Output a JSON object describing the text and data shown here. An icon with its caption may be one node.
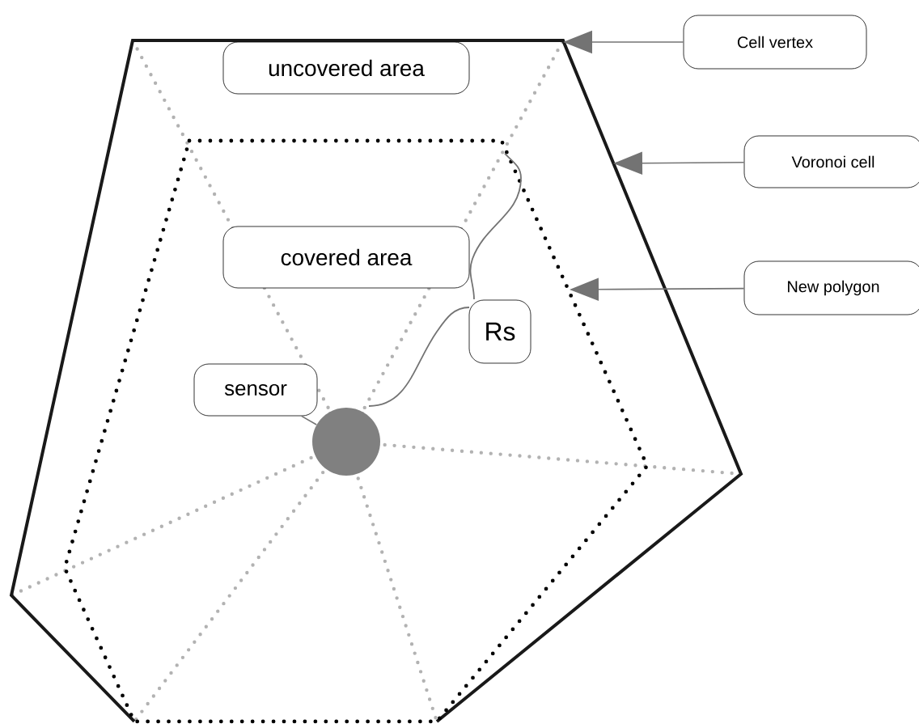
{
  "diagram": {
    "nodes": [
      {
        "text": [
          "uncovered area"
        ]
      },
      {
        "text": [
          "covered area"
        ]
      },
      {
        "text": [
          "Rs"
        ]
      },
      {
        "text": [
          "sensor"
        ]
      },
      {
        "text": [],
        "shape": "circle"
      },
      {
        "text": [
          "Cell vertex"
        ]
      },
      {
        "text": [
          "Voronoi cell"
        ]
      },
      {
        "text": [
          "New polygon"
        ]
      }
    ],
    "edges": [
      {
        "from": 3,
        "to": 4,
        "arrow": "none"
      },
      {
        "from": 5,
        "to": null,
        "arrow": "to"
      },
      {
        "from": 6,
        "to": null,
        "arrow": "to"
      },
      {
        "from": 7,
        "to": null,
        "arrow": "to"
      }
    ]
  }
}
